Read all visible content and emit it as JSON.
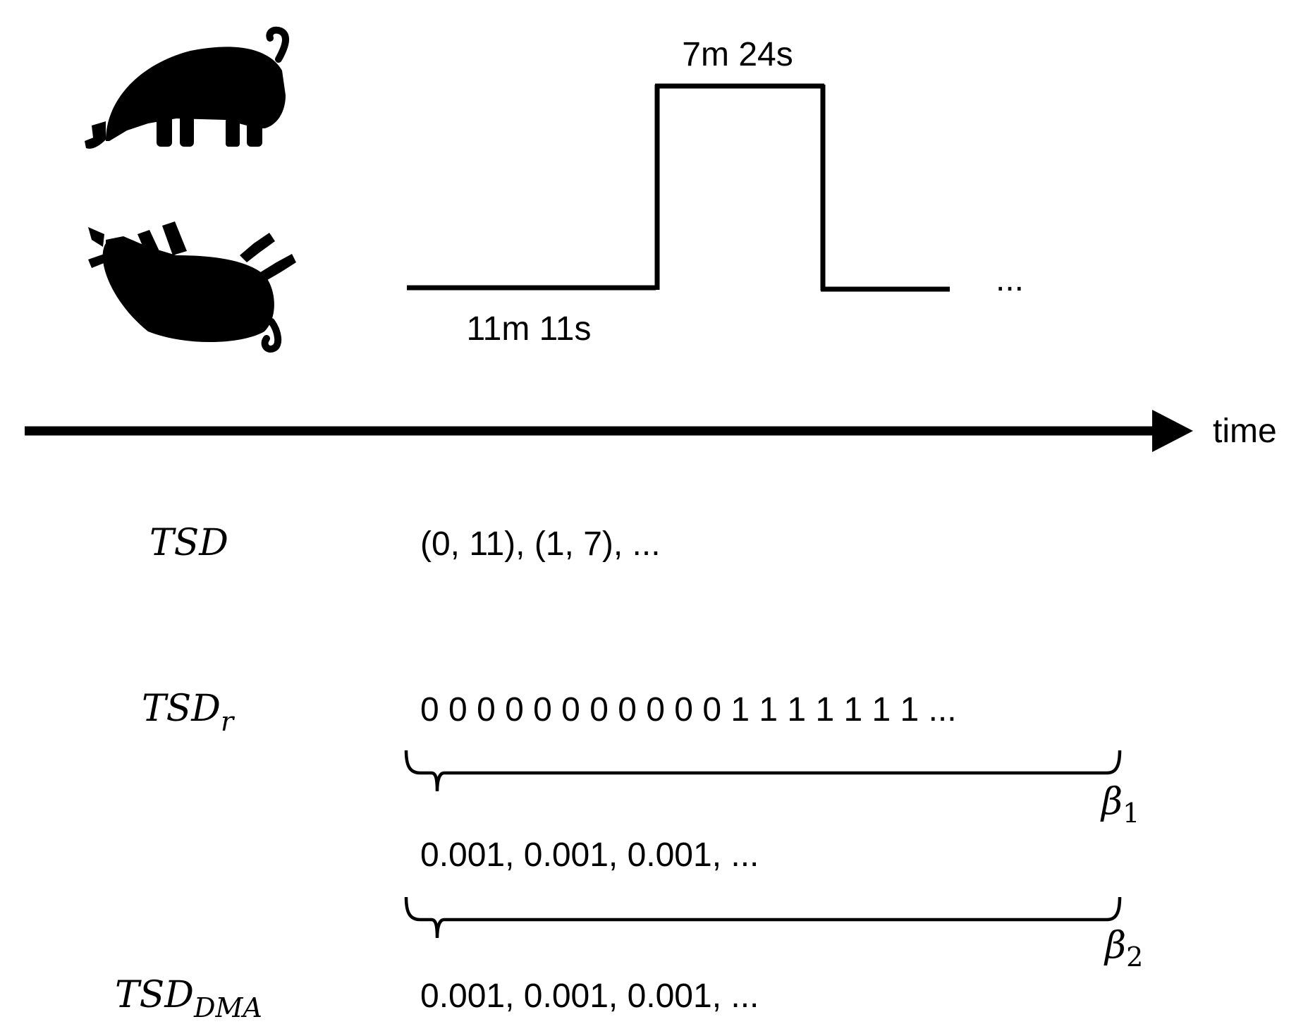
{
  "signal": {
    "high_duration_label": "7m 24s",
    "low_duration_label": "11m 11s",
    "continuation_label": "..."
  },
  "axis": {
    "label": "time"
  },
  "icons": {
    "upper": "standing-pig-icon",
    "lower": "lying-pig-icon"
  },
  "rows": {
    "tsd": {
      "label_main": "TSD",
      "value": "(0, 11), (1, 7), ..."
    },
    "tsd_r": {
      "label_main": "TSD",
      "label_sub": "r",
      "value": "0 0 0 0 0 0 0 0 0 0 0 1 1 1 1 1 1 1 ..."
    },
    "beta1": {
      "symbol": "β",
      "sub": "1"
    },
    "intermediate": {
      "value": "0.001, 0.001, 0.001, ..."
    },
    "beta2": {
      "symbol": "β",
      "sub": "2"
    },
    "tsd_dma": {
      "label_main": "TSD",
      "label_sub": "DMA",
      "value": "0.001, 0.001, 0.001, ..."
    }
  }
}
